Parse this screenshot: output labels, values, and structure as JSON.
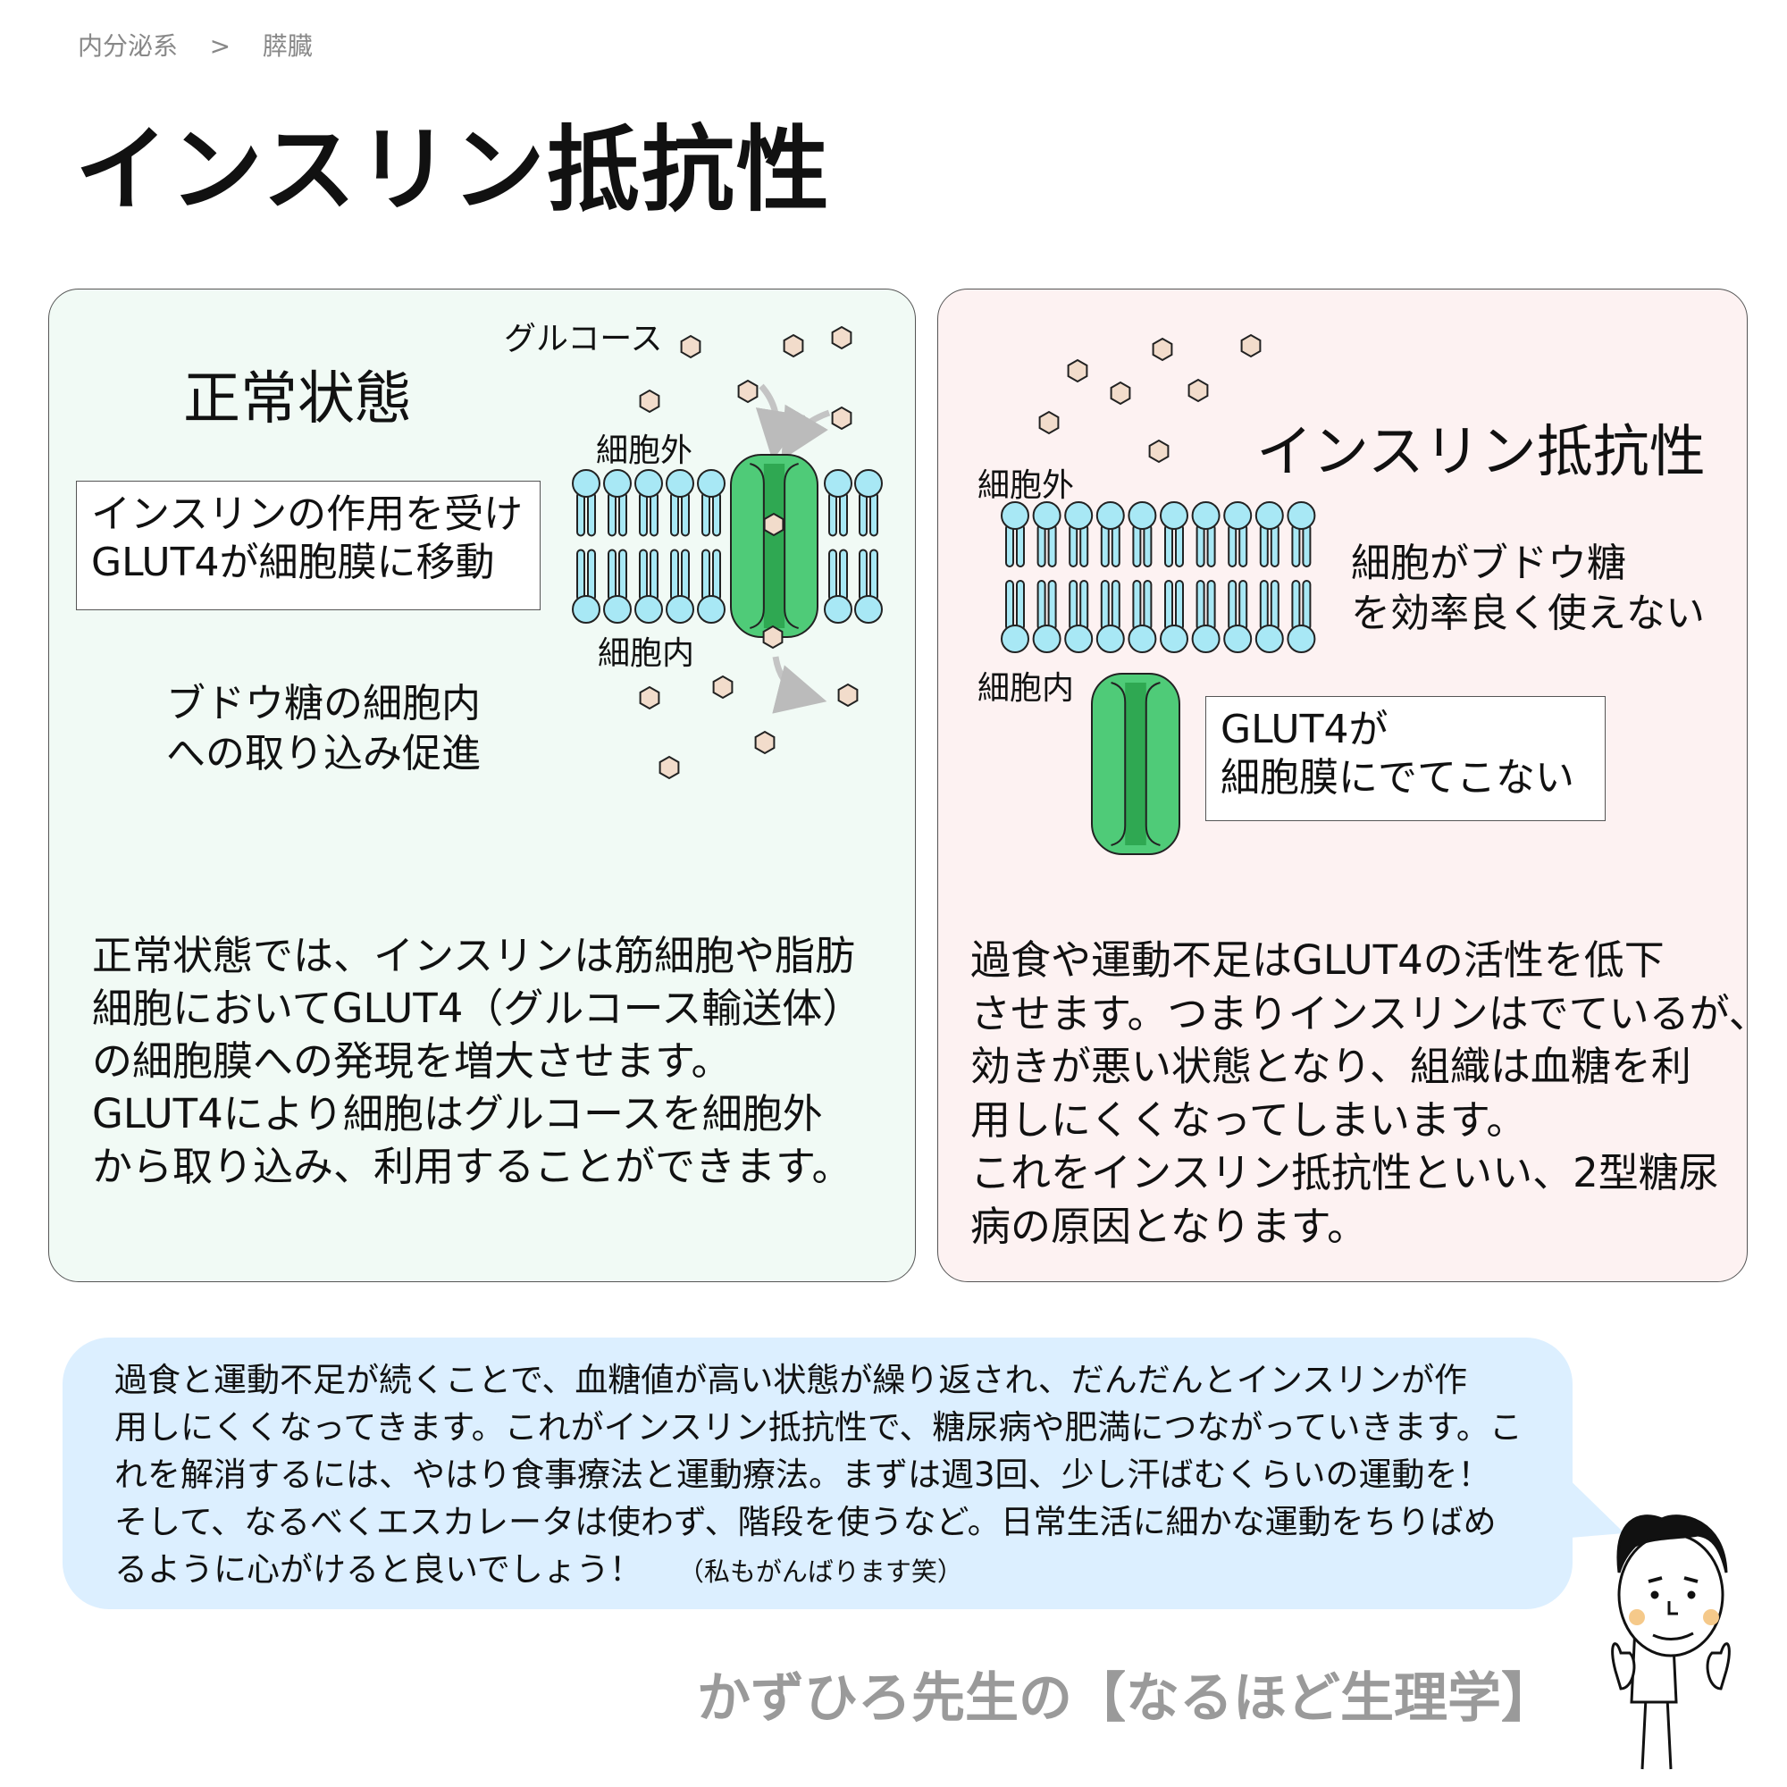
{
  "breadcrumb": {
    "parent": "内分泌系",
    "separator": ">",
    "current": "膵臓"
  },
  "title": "インスリン抵抗性",
  "normal_panel": {
    "heading": "正常状態",
    "glucose_label": "グルコース",
    "outside_label": "細胞外",
    "inside_label": "細胞内",
    "box_lines": [
      "インスリンの作用を受け",
      "GLUT4が細胞膜に移動"
    ],
    "uptake_lines": [
      "ブドウ糖の細胞内",
      "への取り込み促進"
    ],
    "body_lines": [
      "正常状態では、インスリンは筋細胞や脂肪",
      "細胞においてGLUT4（グルコース輸送体）",
      "の細胞膜への発現を増大させます。",
      "GLUT4により細胞はグルコースを細胞外",
      "から取り込み、利用することができます。"
    ]
  },
  "resistance_panel": {
    "heading": "インスリン抵抗性",
    "outside_label": "細胞外",
    "inside_label": "細胞内",
    "effect_lines": [
      "細胞がブドウ糖",
      "を効率良く使えない"
    ],
    "box_lines": [
      "GLUT4が",
      "細胞膜にでてこない"
    ],
    "body_lines": [
      "過食や運動不足はGLUT4の活性を低下",
      "させます。つまりインスリンはでているが、",
      "効きが悪い状態となり、組織は血糖を利",
      "用しにくくなってしまいます。",
      "これをインスリン抵抗性といい、2型糖尿",
      "病の原因となります。"
    ]
  },
  "speech_bubble": {
    "lines": [
      "過食と運動不足が続くことで、血糖値が高い状態が繰り返され、だんだんとインスリンが作",
      "用しにくくなってきます。これがインスリン抵抗性で、糖尿病や肥満につながっていきます。こ",
      "れを解消するには、やはり食事療法と運動療法。まずは週3回、少し汗ばむくらいの運動を！",
      "そして、なるべくエスカレータは使わず、階段を使うなど。日常生活に細かな運動をちりばめ",
      "るように心がけると良いでしょう！"
    ],
    "aside": "（私もがんばります笑）"
  },
  "footer": "かずひろ先生の【なるほど生理学】",
  "colors": {
    "green_panel": "#f1faf5",
    "pink_panel": "#fdf2f2",
    "bubble": "#dcefff",
    "lipid": "#a8e8f5",
    "glut4": "#4fcb78",
    "glut4_channel": "#2fa852",
    "glucose": "#f2dccb"
  }
}
